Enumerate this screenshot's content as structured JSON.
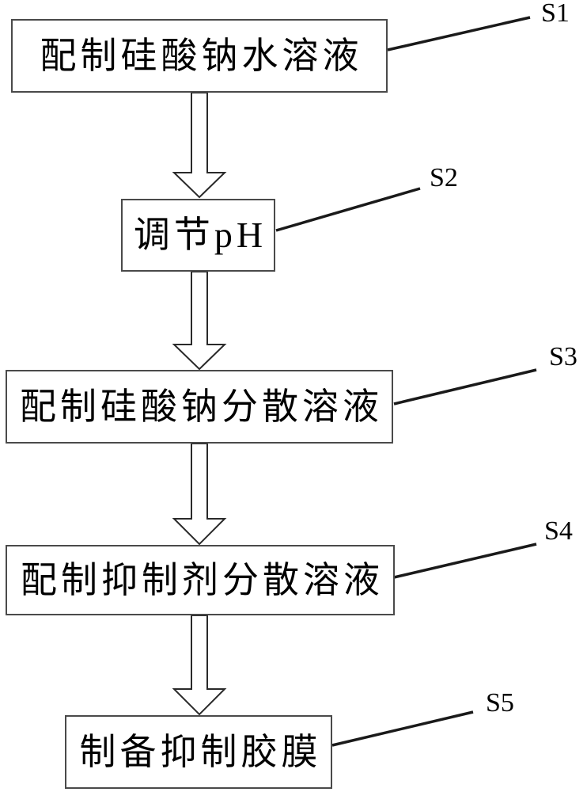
{
  "figure": {
    "type": "flowchart",
    "steps": [
      {
        "tag": "S1",
        "label": "配制硅酸钠水溶液"
      },
      {
        "tag": "S2",
        "label": "调节pH"
      },
      {
        "tag": "S3",
        "label": "配制硅酸钠分散溶液"
      },
      {
        "tag": "S4",
        "label": "配制抑制剂分散溶液"
      },
      {
        "tag": "S5",
        "label": "制备抑制胶膜"
      }
    ],
    "colors": {
      "background": "#ffffff",
      "line": "#1a1a1a",
      "box_border": "#4a4a4a",
      "text": "#000000"
    }
  }
}
